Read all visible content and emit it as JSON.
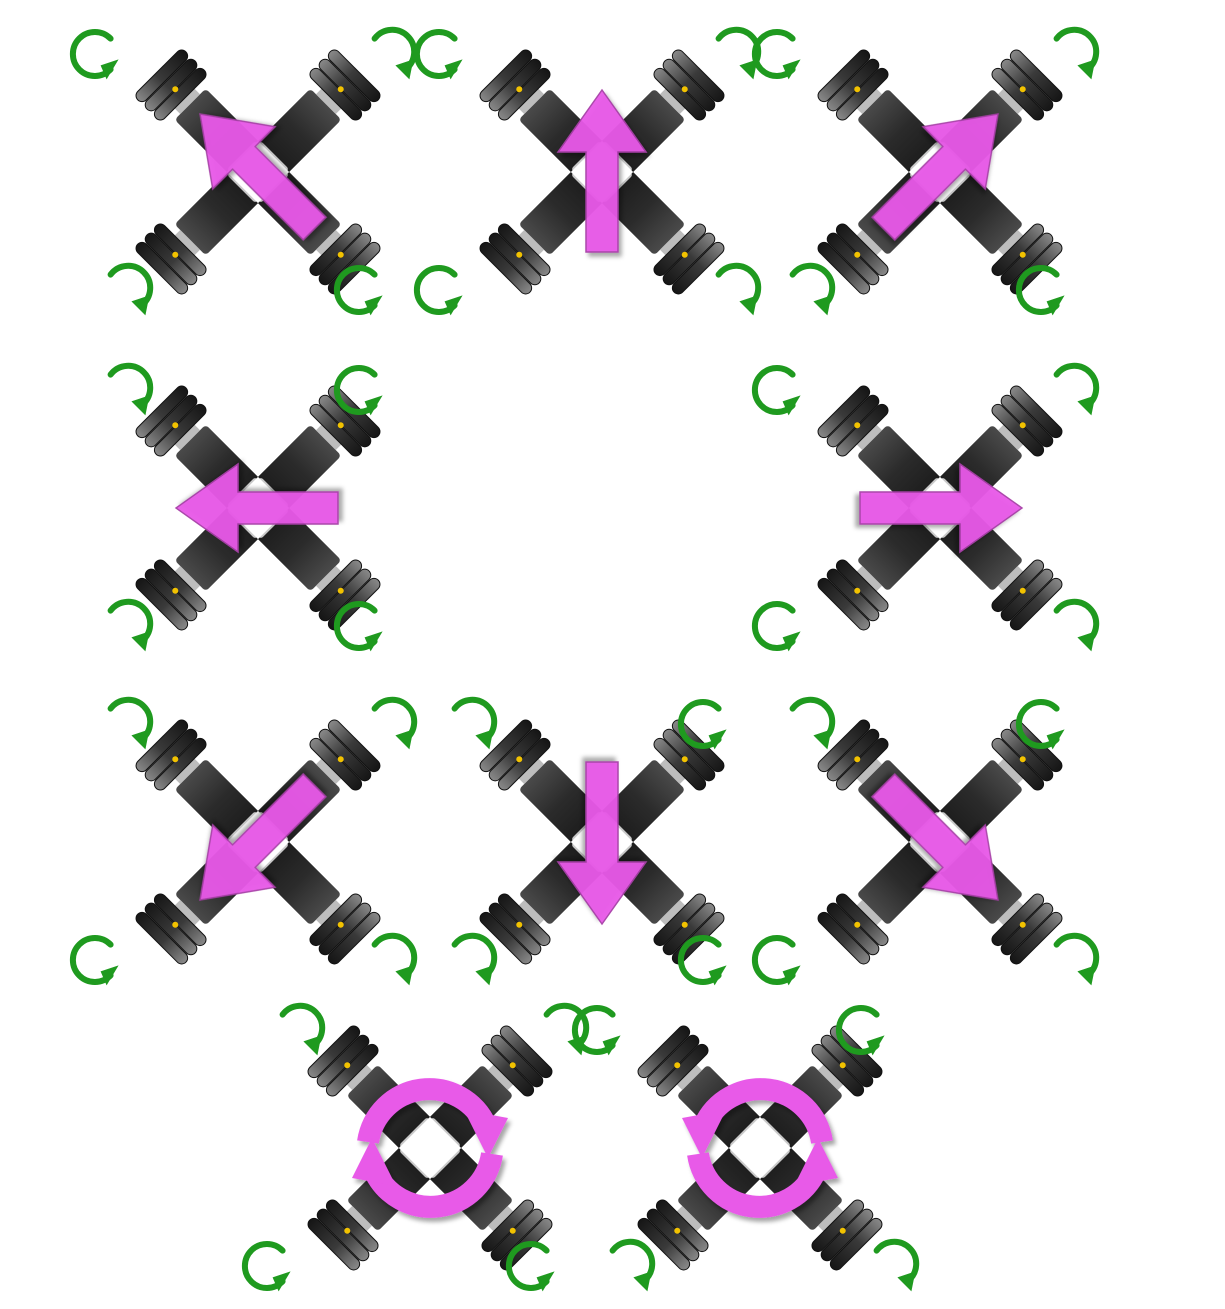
{
  "colors": {
    "background": "#ffffff",
    "motion_arrow": "#e85ae8",
    "motion_arrow_shadow": "#a73fa7",
    "wheel_spin_arrow": "#1f9a1f",
    "motor_body": "#2b2b2b",
    "motor_cap": "#c9c9c9",
    "roller": "#3a3a3a",
    "roller_highlight": "#8a8a8a"
  },
  "icons": {
    "robot": "omni-wheel-x-drive-robot-icon",
    "motion": "motion-direction-arrow-icon",
    "wheel_spin": "wheel-rotation-arrow-icon",
    "rotate_cw": "rotate-clockwise-arrow-icon",
    "rotate_ccw": "rotate-counterclockwise-arrow-icon"
  },
  "maneuvers": [
    {
      "name": "move-forward-left",
      "direction_deg": 315,
      "wheel_spin": [
        "ccw",
        "cw",
        "cw",
        "ccw"
      ]
    },
    {
      "name": "move-forward",
      "direction_deg": 0,
      "wheel_spin": [
        "ccw",
        "cw",
        "ccw",
        "cw"
      ]
    },
    {
      "name": "move-forward-right",
      "direction_deg": 45,
      "wheel_spin": [
        "ccw",
        "cw",
        "cw",
        "ccw"
      ]
    },
    {
      "name": "move-left",
      "direction_deg": 270,
      "wheel_spin": [
        "cw",
        "ccw",
        "cw",
        "ccw"
      ]
    },
    {
      "name": "move-right",
      "direction_deg": 90,
      "wheel_spin": [
        "ccw",
        "cw",
        "ccw",
        "cw"
      ]
    },
    {
      "name": "move-backward-left",
      "direction_deg": 225,
      "wheel_spin": [
        "cw",
        "cw",
        "ccw",
        "cw"
      ]
    },
    {
      "name": "move-backward",
      "direction_deg": 180,
      "wheel_spin": [
        "cw",
        "ccw",
        "cw",
        "ccw"
      ]
    },
    {
      "name": "move-backward-right",
      "direction_deg": 135,
      "wheel_spin": [
        "cw",
        "ccw",
        "ccw",
        "cw"
      ]
    },
    {
      "name": "rotate-clockwise",
      "direction_deg": null,
      "rotation": "cw",
      "wheel_spin": [
        "cw",
        "cw",
        "ccw",
        "ccw"
      ]
    },
    {
      "name": "rotate-counterclockwise",
      "direction_deg": null,
      "rotation": "ccw",
      "wheel_spin": [
        "ccw",
        "ccw",
        "cw",
        "cw"
      ]
    }
  ]
}
